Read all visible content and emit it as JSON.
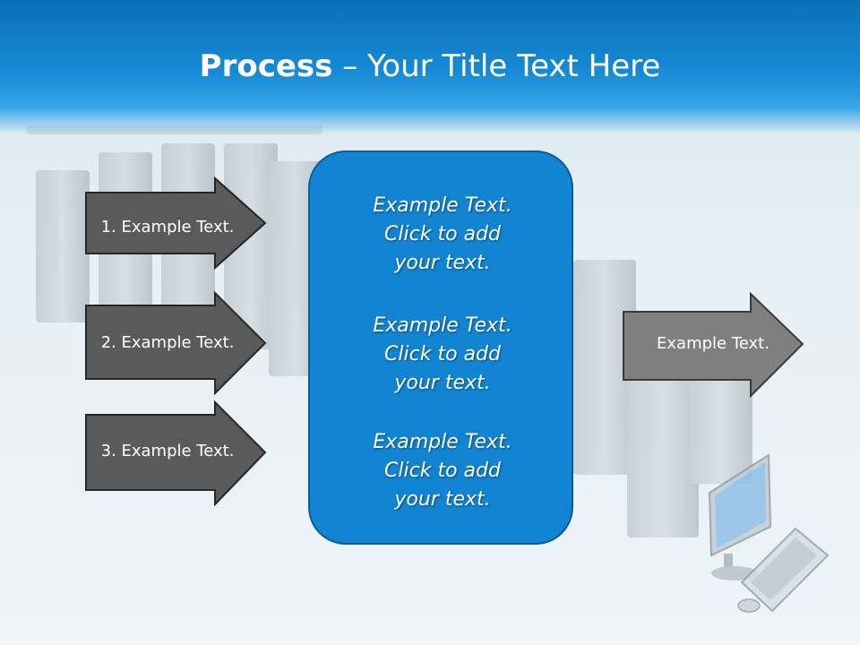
{
  "title": {
    "bold": "Process",
    "separator": " – ",
    "rest": "Your Title Text Here"
  },
  "left_arrows": [
    {
      "label": "1. Example Text."
    },
    {
      "label": "2. Example Text."
    },
    {
      "label": "3. Example Text."
    }
  ],
  "center_blocks": [
    {
      "line1": "Example Text.",
      "line2": "Click  to add",
      "line3": "your text."
    },
    {
      "line1": "Example Text.",
      "line2": "Click  to add",
      "line3": "your text."
    },
    {
      "line1": "Example Text.",
      "line2": "Click  to add",
      "line3": "your text."
    }
  ],
  "right_arrow": {
    "label": "Example Text."
  },
  "colors": {
    "header_blue": "#0b6fb8",
    "box_blue": "#1184d2",
    "dark_arrow": "#5a5a5a",
    "light_arrow": "#7f7f7f"
  },
  "background": {
    "illustration": "server-racks-and-computer-illustration"
  }
}
